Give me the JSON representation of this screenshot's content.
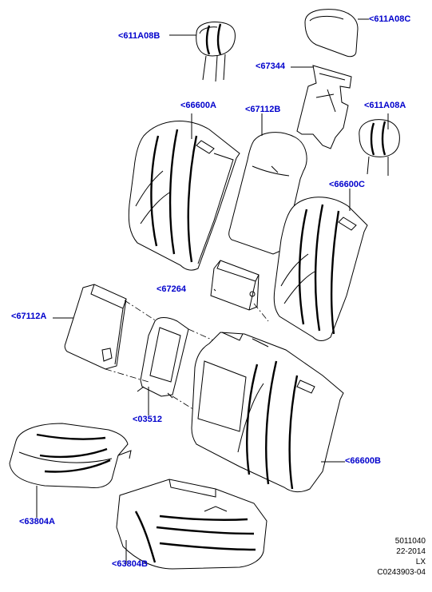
{
  "diagram": {
    "callouts": [
      {
        "id": "c1",
        "text": "<611A08B"
      },
      {
        "id": "c2",
        "text": "<611A08C"
      },
      {
        "id": "c3",
        "text": "<67344"
      },
      {
        "id": "c4",
        "text": "<66600A"
      },
      {
        "id": "c5",
        "text": "<67112B"
      },
      {
        "id": "c6",
        "text": "<611A08A"
      },
      {
        "id": "c7",
        "text": "<66600C"
      },
      {
        "id": "c8",
        "text": "<67264"
      },
      {
        "id": "c9",
        "text": "<67112A"
      },
      {
        "id": "c10",
        "text": "<03512"
      },
      {
        "id": "c11",
        "text": "<66600B"
      },
      {
        "id": "c12",
        "text": "<63804A"
      },
      {
        "id": "c13",
        "text": "<63804B"
      }
    ],
    "footer": {
      "line1": "5011040",
      "line2": "22-2014",
      "line3": "LX",
      "line4": "C0243903-04"
    }
  },
  "colors": {
    "callout": "#0000cc",
    "line": "#000000",
    "background": "#ffffff"
  }
}
